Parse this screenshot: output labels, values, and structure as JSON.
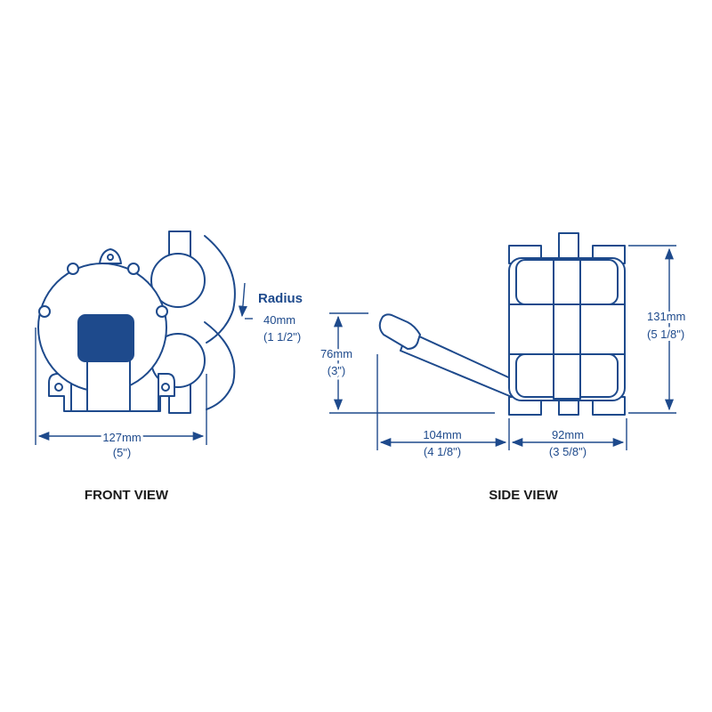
{
  "colors": {
    "line": "#1e4a8c",
    "handle_fill": "#1e4a8c",
    "title_text": "#1a1a1a"
  },
  "front_view": {
    "title": "FRONT VIEW",
    "radius_label": "Radius",
    "radius_mm": "40mm",
    "radius_in": "(1 1/2\")",
    "width_mm": "127mm",
    "width_in": "(5\")"
  },
  "side_view": {
    "title": "SIDE VIEW",
    "handle_height_mm": "76mm",
    "handle_height_in": "(3\")",
    "height_mm": "131mm",
    "height_in": "(5 1/8\")",
    "handle_len_mm": "104mm",
    "handle_len_in": "(4 1/8\")",
    "depth_mm": "92mm",
    "depth_in": "(3 5/8\")"
  }
}
